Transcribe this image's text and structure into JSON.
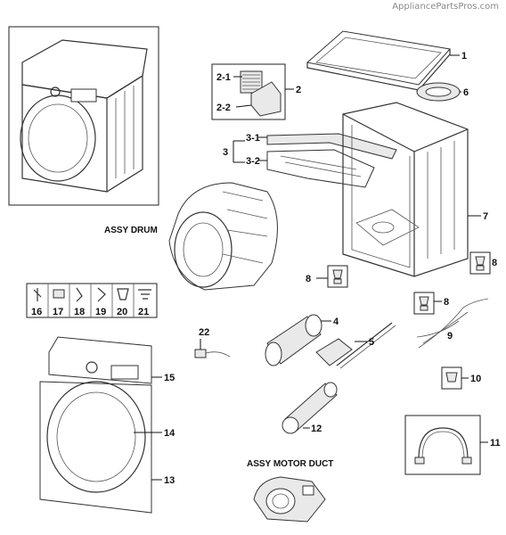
{
  "watermark": "AppliancePartsPros.com",
  "captions": {
    "assy_drum": "ASSY DRUM",
    "assy_motor_duct": "ASSY MOTOR DUCT"
  },
  "callouts": {
    "c1": "1",
    "c2": "2",
    "c2_1": "2-1",
    "c2_2": "2-2",
    "c3": "3",
    "c3_1": "3-1",
    "c3_2": "3-2",
    "c4": "4",
    "c5": "5",
    "c6": "6",
    "c7": "7",
    "c8a": "8",
    "c8b": "8",
    "c8c": "8",
    "c9": "9",
    "c10": "10",
    "c11": "11",
    "c12": "12",
    "c13": "13",
    "c14": "14",
    "c15": "15",
    "c16": "16",
    "c17": "17",
    "c18": "18",
    "c19": "19",
    "c20": "20",
    "c21": "21",
    "c22": "22"
  }
}
